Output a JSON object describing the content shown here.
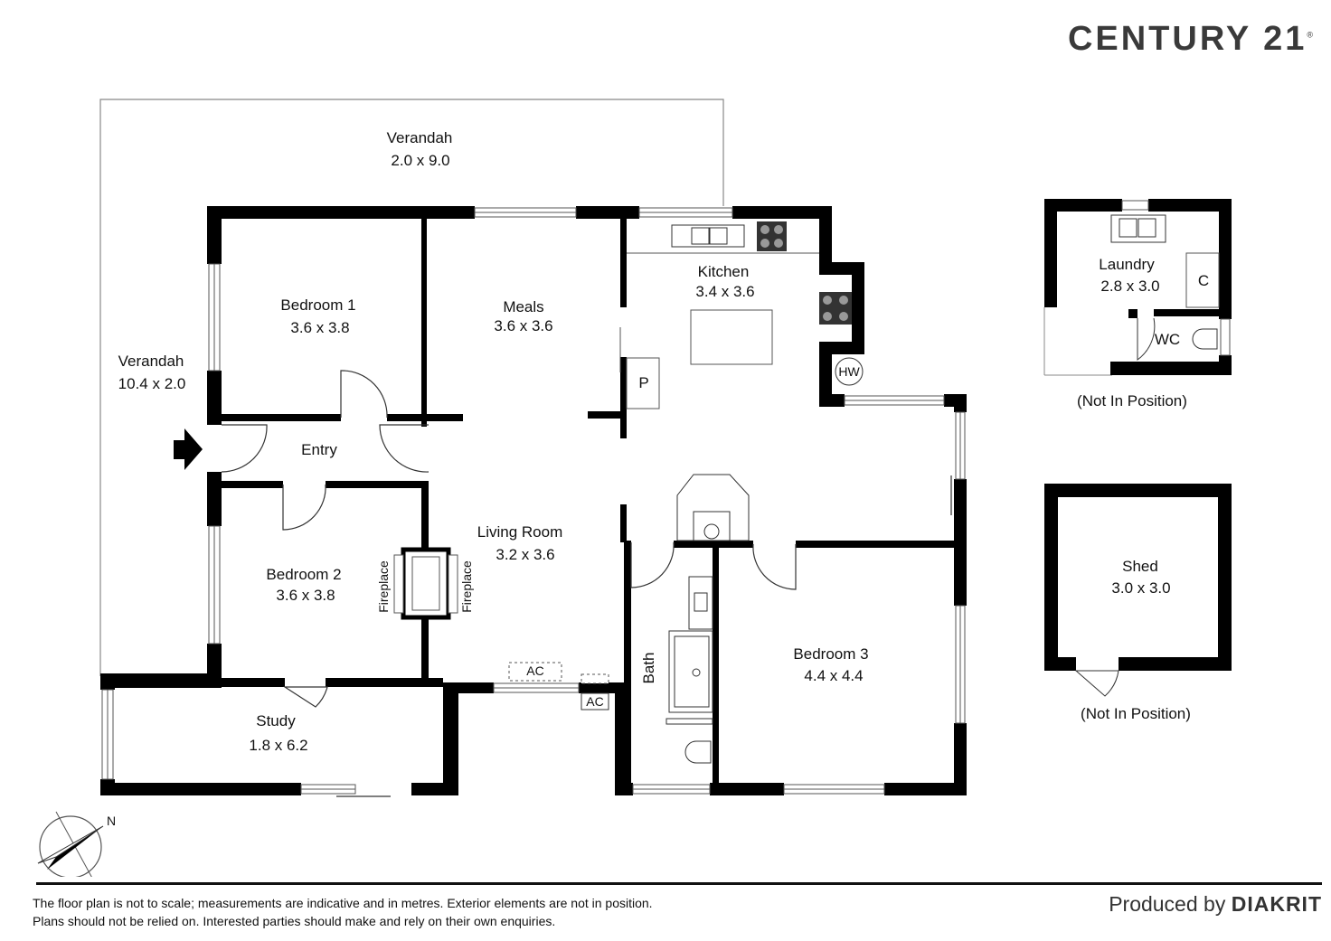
{
  "brand": {
    "logo_text": "CENTURY 21",
    "logo_mark": "®"
  },
  "rooms": {
    "verandah_top": {
      "name": "Verandah",
      "dims": "2.0 x 9.0"
    },
    "verandah_left": {
      "name": "Verandah",
      "dims": "10.4 x 2.0"
    },
    "bedroom1": {
      "name": "Bedroom 1",
      "dims": "3.6 x 3.8"
    },
    "meals": {
      "name": "Meals",
      "dims": "3.6 x 3.6"
    },
    "kitchen": {
      "name": "Kitchen",
      "dims": "3.4 x 3.6"
    },
    "entry": {
      "name": "Entry"
    },
    "living": {
      "name": "Living Room",
      "dims": "3.2 x 3.6"
    },
    "bedroom2": {
      "name": "Bedroom 2",
      "dims": "3.6 x 3.8"
    },
    "bedroom3": {
      "name": "Bedroom 3",
      "dims": "4.4 x 4.4"
    },
    "study": {
      "name": "Study",
      "dims": "1.8 x 6.2"
    },
    "bath": {
      "name": "Bath"
    },
    "laundry": {
      "name": "Laundry",
      "dims": "2.8 x 3.0"
    },
    "shed": {
      "name": "Shed",
      "dims": "3.0 x 3.0"
    }
  },
  "fixtures": {
    "pantry": "P",
    "hot_water": "HW",
    "ac": "AC",
    "fireplace": "Fireplace",
    "cupboard": "C",
    "wc": "WC",
    "north": "N"
  },
  "notes": {
    "laundry_position": "(Not In Position)",
    "shed_position": "(Not In Position)"
  },
  "footer": {
    "disclaimer_line1": "The floor plan is not to scale; measurements are indicative and in metres. Exterior elements are not in position.",
    "disclaimer_line2": "Plans should not be relied on. Interested parties should make and rely on their own enquiries.",
    "produced_prefix": "Produced by",
    "producer": "DIAKRIT"
  },
  "colors": {
    "wall": "#000000",
    "outline": "#888888",
    "logo": "#3a3a3a"
  }
}
